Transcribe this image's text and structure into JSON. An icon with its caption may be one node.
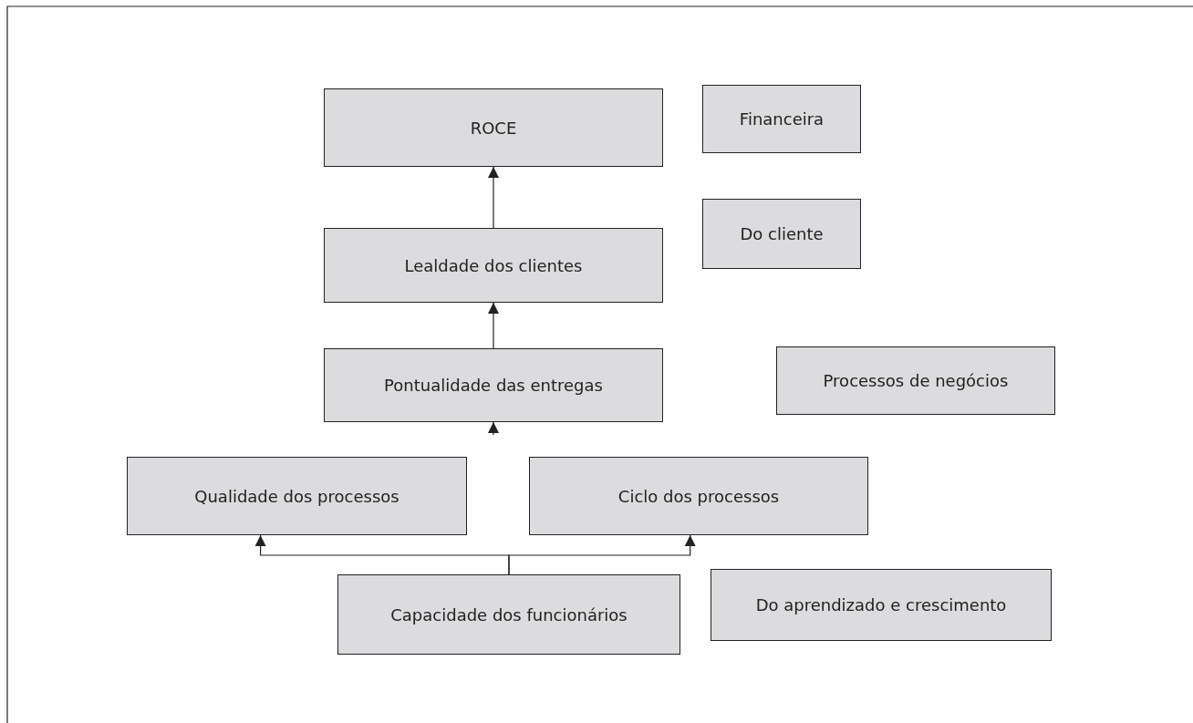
{
  "diagram": {
    "nodes": [
      {
        "text": [
          "ROCE"
        ]
      },
      {
        "text": [
          "Financeira"
        ]
      },
      {
        "text": [
          "Lealdade dos clientes"
        ]
      },
      {
        "text": [
          "Do cliente"
        ]
      },
      {
        "text": [
          "Pontualidade das entregas"
        ]
      },
      {
        "text": [
          "Processos de negócios"
        ]
      },
      {
        "text": [
          "Qualidade dos processos"
        ]
      },
      {
        "text": [
          "Ciclo dos processos"
        ]
      },
      {
        "text": [
          "Capacidade dos funcionários"
        ]
      },
      {
        "text": [
          "Do aprendizado e crescimento"
        ]
      }
    ],
    "edges": [
      {
        "from": 2,
        "to": 0,
        "arrow": "to"
      },
      {
        "from": 4,
        "to": 2,
        "arrow": "to"
      },
      {
        "from": null,
        "to": 4,
        "arrow": "to"
      },
      {
        "from": 8,
        "to": 6,
        "arrow": "to"
      },
      {
        "from": 8,
        "to": 7,
        "arrow": "to"
      }
    ]
  }
}
